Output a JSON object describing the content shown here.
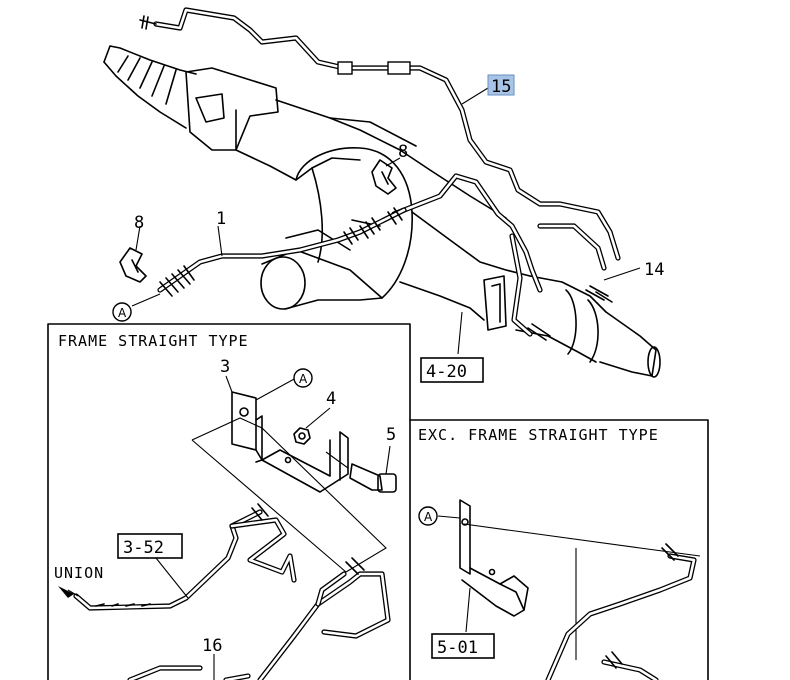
{
  "callouts": {
    "hose_front": "1",
    "clip_left": "8",
    "clip_top": "8",
    "pipe_rear": "15",
    "connector_right": "14",
    "axle_ref": "4-20",
    "bracket": "3",
    "nut": "4",
    "bolt": "5",
    "pipe_ref": "3-52",
    "bracket_ref": "5-01",
    "pipe_bottom": "16"
  },
  "circle_markers": {
    "a_main": "A",
    "a_straight": "A",
    "a_exc": "A"
  },
  "panels": {
    "straight_title": "FRAME STRAIGHT TYPE",
    "exc_title": "EXC. FRAME STRAIGHT TYPE"
  },
  "union_label": "UNION",
  "highlight_color": "#a7c3e6"
}
